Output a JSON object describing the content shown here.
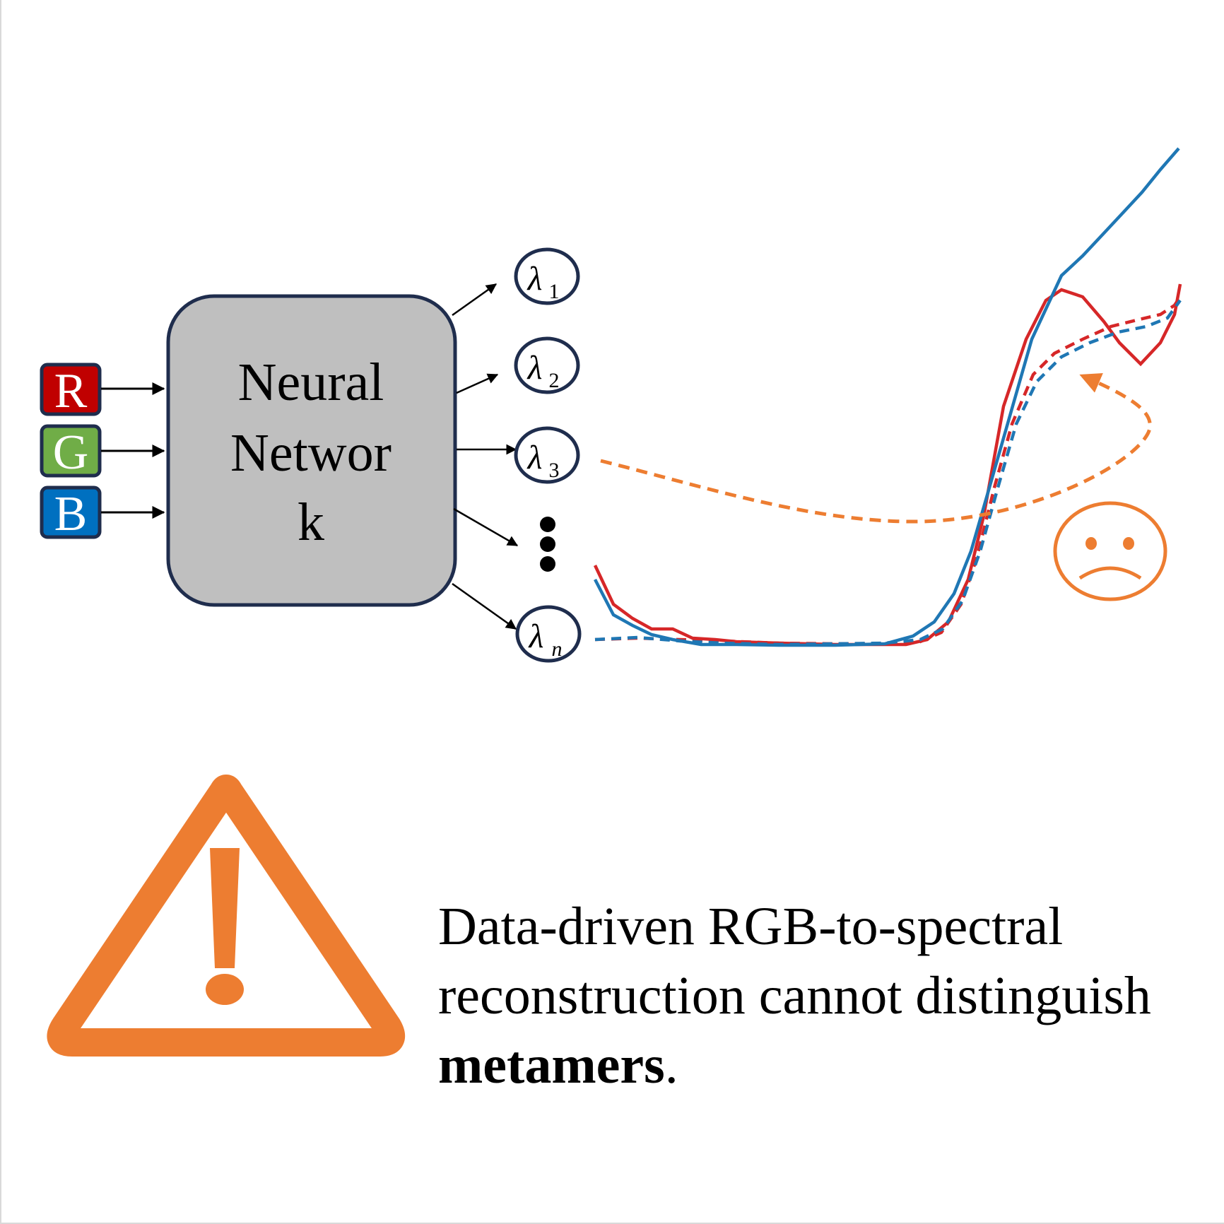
{
  "network": {
    "label_line1": "Neural",
    "label_line2": "Networ",
    "label_line3": "k"
  },
  "inputs": [
    {
      "letter": "R",
      "color": "#c00000"
    },
    {
      "letter": "G",
      "color": "#70ad47"
    },
    {
      "letter": "B",
      "color": "#0070c0"
    }
  ],
  "outputs": [
    {
      "symbol": "λ",
      "subscript": "1"
    },
    {
      "symbol": "λ",
      "subscript": "2"
    },
    {
      "symbol": "λ",
      "subscript": "3"
    },
    {
      "symbol": "λ",
      "subscript": "n"
    }
  ],
  "colors": {
    "accent_orange": "#ed7d31",
    "curve_red": "#d62728",
    "curve_blue": "#1f77b4",
    "network_fill": "#bfbfbf",
    "network_stroke": "#1f2d4d"
  },
  "icons": [
    "warning-triangle-icon",
    "sad-face-icon"
  ],
  "caption": {
    "part1": "Data-driven RGB-to-spectral reconstruction cannot distinguish ",
    "bold": "metamers",
    "part2": "."
  }
}
